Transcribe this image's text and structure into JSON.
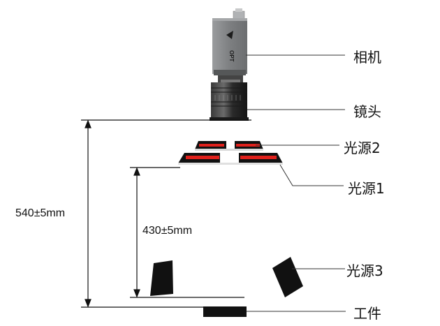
{
  "labels": {
    "camera": "相机",
    "lens": "镜头",
    "light2": "光源2",
    "light1": "光源1",
    "light3": "光源3",
    "workpiece": "工件"
  },
  "dimensions": {
    "total": "540±5mm",
    "inner": "430±5mm"
  },
  "brand": "OPT",
  "colors": {
    "camera_body": "#8d8f91",
    "lens": "#2a2a2a",
    "light_red": "#e0201b",
    "dark": "#111111"
  }
}
